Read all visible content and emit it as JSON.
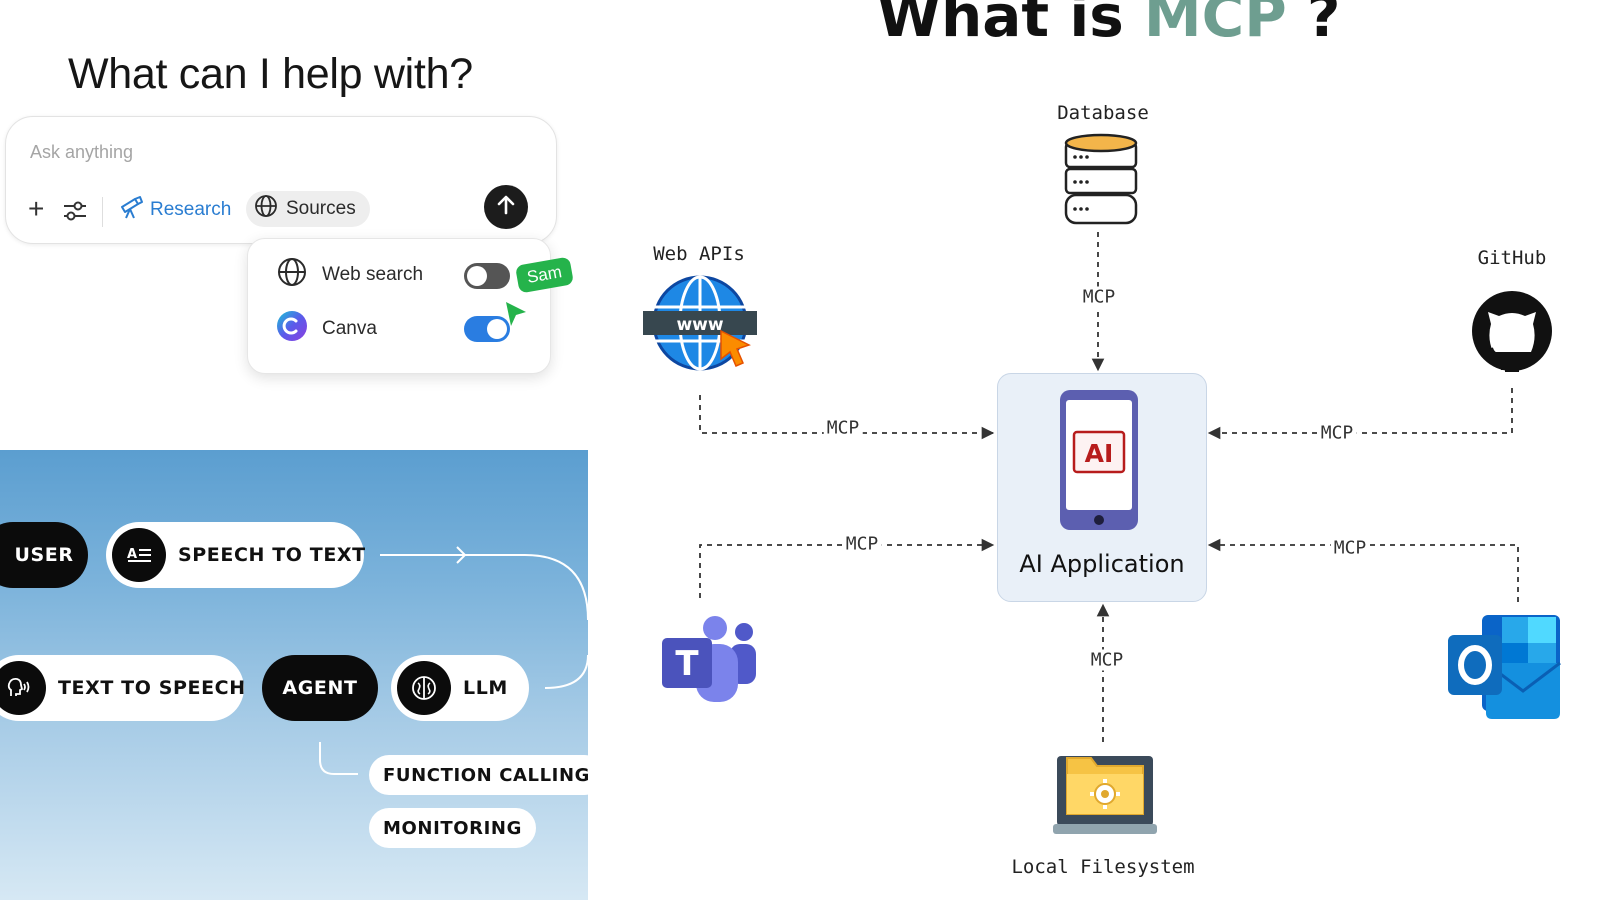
{
  "chat": {
    "title": "What can I help with?",
    "input_placeholder": "Ask anything",
    "toolbar": {
      "plus_label": "+",
      "research_label": "Research",
      "sources_label": "Sources"
    },
    "sources_menu": {
      "items": [
        {
          "label": "Web search",
          "enabled": false
        },
        {
          "label": "Canva",
          "enabled": true
        }
      ],
      "cursor_tag": "Sam"
    },
    "colors": {
      "accent": "#2a7dd1",
      "toggle_on": "#2a7de1",
      "cursor_tag": "#25b34b"
    }
  },
  "agent_flow": {
    "user_label": "USER",
    "speech_to_text_label": "SPEECH TO TEXT",
    "text_to_speech_label": "TEXT TO SPEECH",
    "agent_label": "AGENT",
    "llm_label": "LLM",
    "function_calling_label": "FUNCTION CALLING",
    "monitoring_label": "MONITORING"
  },
  "mcp": {
    "title_prefix": "What is ",
    "title_accent": "MCP",
    "title_suffix": " ?",
    "accent_color": "#6e9e90",
    "center": {
      "label": "AI Application",
      "screen_text": "AI"
    },
    "nodes": {
      "database": "Database",
      "web_apis": "Web APIs",
      "github": "GitHub",
      "local_filesystem": "Local Filesystem",
      "teams": "",
      "outlook": ""
    },
    "edge_label": "MCP",
    "web_globe_text": "www"
  }
}
